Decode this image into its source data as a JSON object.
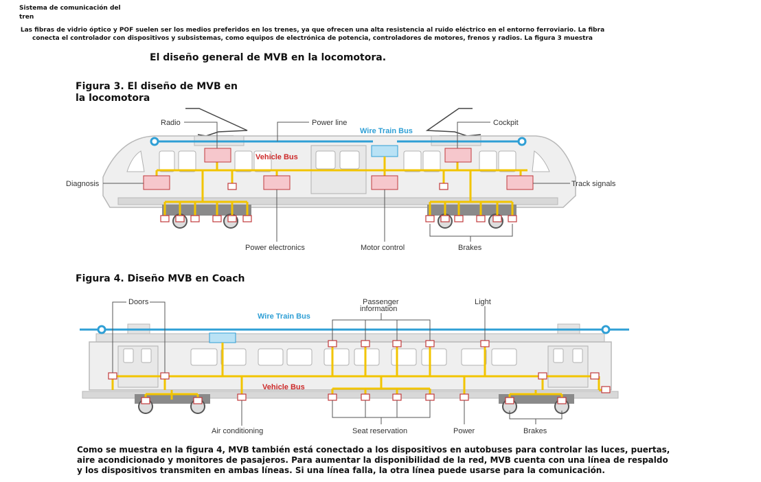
{
  "header": {
    "title": "Sistema de comunicación del tren"
  },
  "intro": {
    "paragraph": "Las fibras de vidrio óptico y POF suelen ser los medios preferidos en los trenes, ya que ofrecen una alta resistencia al ruido eléctrico en el entorno ferroviario. La fibra conecta el controlador con dispositivos y subsistemas, como equipos de electrónica de potencia, controladores de motores, frenos y radios. La figura 3 muestra",
    "subtitle": "El diseño general de MVB en la locomotora."
  },
  "figure3": {
    "title": "Figura 3. El diseño de MVB en la locomotora",
    "labels": {
      "radio": "Radio",
      "power_line": "Power line",
      "cockpit": "Cockpit",
      "wire_train_bus": "Wire Train Bus",
      "vehicle_bus": "Vehicle Bus",
      "diagnosis": "Diagnosis",
      "track_signals": "Track signals",
      "power_electronics": "Power electronics",
      "motor_control": "Motor control",
      "brakes": "Brakes"
    }
  },
  "figure4": {
    "title": "Figura 4. Diseño MVB en Coach",
    "labels": {
      "doors": "Doors",
      "passenger_information_1": "Passenger",
      "passenger_information_2": "information",
      "light": "Light",
      "wire_train_bus": "Wire Train Bus",
      "vehicle_bus": "Vehicle Bus",
      "air_conditioning": "Air conditioning",
      "seat_reservation": "Seat reservation",
      "power": "Power",
      "brakes": "Brakes"
    }
  },
  "outro": {
    "paragraph": "Como se muestra en la figura 4, MVB también está conectado a los dispositivos en autobuses para controlar las luces, puertas, aire acondicionado y monitores de pasajeros. Para aumentar la disponibilidad de la red, MVB cuenta con una línea de respaldo y los dispositivos transmiten en ambas líneas. Si una línea falla, la otra línea puede usarse para la comunicación."
  },
  "colors": {
    "wire_train_bus": "#2f9fd5",
    "vehicle_bus": "#f2c400",
    "device_fill": "#f6c7cc",
    "device_stroke": "#c0393b",
    "body": "#efefef"
  }
}
